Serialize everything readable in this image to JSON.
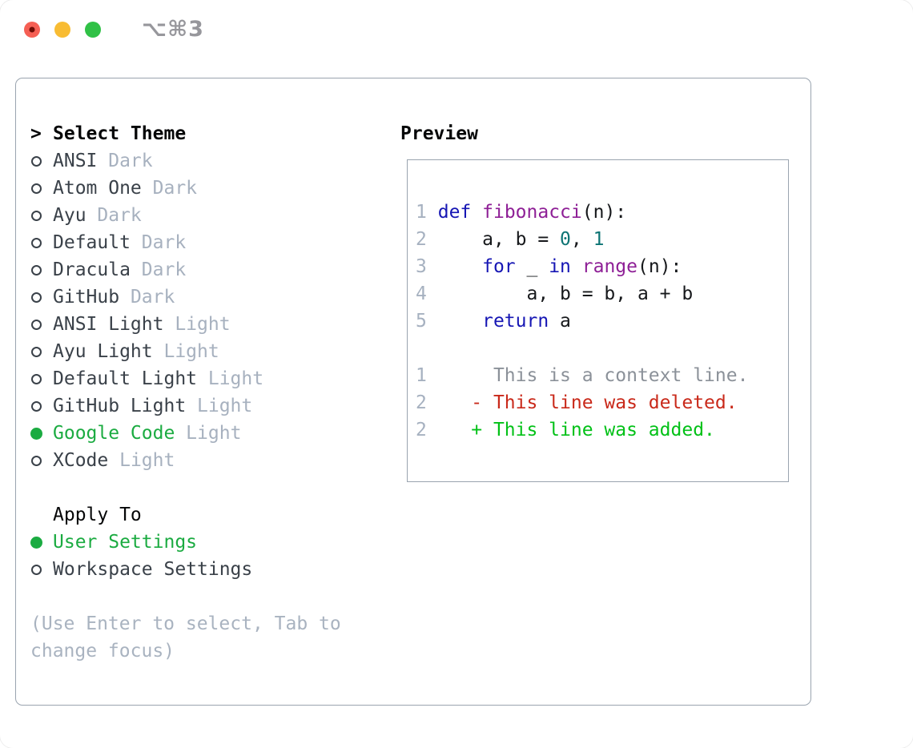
{
  "window": {
    "title": "⌥⌘3",
    "traffic_lights": [
      "close",
      "minimize",
      "zoom"
    ]
  },
  "colors": {
    "tl_red": "#f55f54",
    "tl_red_dot": "#6f0c05",
    "tl_yellow": "#f8bc33",
    "tl_green": "#30c146",
    "border": "#9aa4af",
    "selected": "#1bab41",
    "item": "#3a4149",
    "tag": "#a7b1bf",
    "help": "#a9b3c0",
    "line_number": "#a6b1c0",
    "keyword": "#1616b4",
    "function": "#8e1f96",
    "number": "#0d7474",
    "plain": "#16181b",
    "context": "#8b9199",
    "deleted": "#c9291a",
    "added": "#02c117"
  },
  "theme_selector": {
    "prompt": ">",
    "header": "Select Theme",
    "themes": [
      {
        "name": "ANSI",
        "tag": "Dark",
        "selected": false
      },
      {
        "name": "Atom One",
        "tag": "Dark",
        "selected": false
      },
      {
        "name": "Ayu",
        "tag": "Dark",
        "selected": false
      },
      {
        "name": "Default",
        "tag": "Dark",
        "selected": false
      },
      {
        "name": "Dracula",
        "tag": "Dark",
        "selected": false
      },
      {
        "name": "GitHub",
        "tag": "Dark",
        "selected": false
      },
      {
        "name": "ANSI Light",
        "tag": "Light",
        "selected": false
      },
      {
        "name": "Ayu Light",
        "tag": "Light",
        "selected": false
      },
      {
        "name": "Default Light",
        "tag": "Light",
        "selected": false
      },
      {
        "name": "GitHub Light",
        "tag": "Light",
        "selected": false
      },
      {
        "name": "Google Code",
        "tag": "Light",
        "selected": true
      },
      {
        "name": "XCode",
        "tag": "Light",
        "selected": false
      }
    ]
  },
  "apply_to": {
    "label": "Apply To",
    "options": [
      {
        "name": "User Settings",
        "selected": true
      },
      {
        "name": "Workspace Settings",
        "selected": false
      }
    ]
  },
  "help": {
    "line1": "(Use Enter to select, Tab to",
    "line2": "change focus)"
  },
  "preview": {
    "label": "Preview",
    "code_lines": [
      {
        "num": "1",
        "tokens": [
          {
            "t": "def",
            "c": "keyword"
          },
          {
            "t": " ",
            "c": "plain"
          },
          {
            "t": "fibonacci",
            "c": "function"
          },
          {
            "t": "(n):",
            "c": "plain"
          }
        ]
      },
      {
        "num": "2",
        "tokens": [
          {
            "t": "    a, b = ",
            "c": "plain"
          },
          {
            "t": "0",
            "c": "number"
          },
          {
            "t": ", ",
            "c": "plain"
          },
          {
            "t": "1",
            "c": "number"
          }
        ]
      },
      {
        "num": "3",
        "tokens": [
          {
            "t": "    ",
            "c": "plain"
          },
          {
            "t": "for",
            "c": "keyword"
          },
          {
            "t": " _ ",
            "c": "plain"
          },
          {
            "t": "in",
            "c": "keyword"
          },
          {
            "t": " ",
            "c": "plain"
          },
          {
            "t": "range",
            "c": "function"
          },
          {
            "t": "(n):",
            "c": "plain"
          }
        ]
      },
      {
        "num": "4",
        "tokens": [
          {
            "t": "        a, b = b, a + b",
            "c": "plain"
          }
        ]
      },
      {
        "num": "5",
        "tokens": [
          {
            "t": "    ",
            "c": "plain"
          },
          {
            "t": "return",
            "c": "keyword"
          },
          {
            "t": " a",
            "c": "plain"
          }
        ]
      }
    ],
    "diff_lines": [
      {
        "num": "1",
        "marker": " ",
        "text": "This is a context line.",
        "kind": "context"
      },
      {
        "num": "2",
        "marker": "-",
        "text": "This line was deleted.",
        "kind": "deleted"
      },
      {
        "num": "2",
        "marker": "+",
        "text": "This line was added.",
        "kind": "added"
      }
    ]
  }
}
